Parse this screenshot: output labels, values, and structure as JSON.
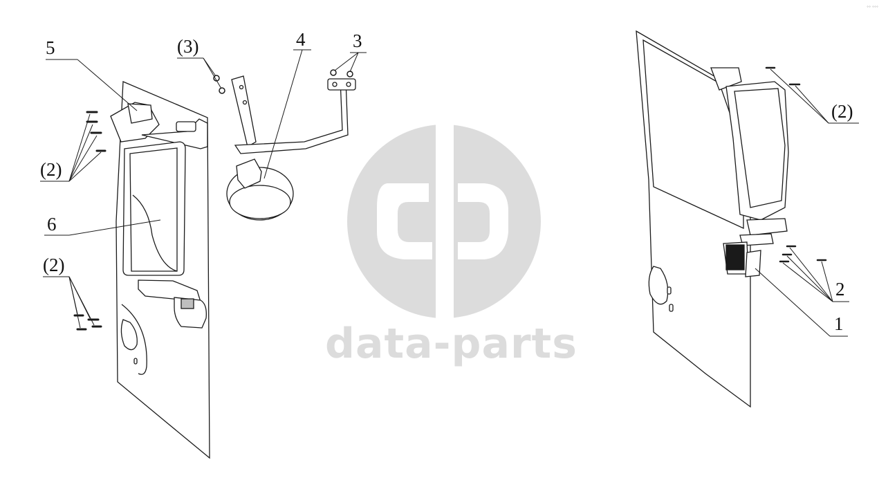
{
  "watermark": {
    "brand": "data-parts",
    "color": "#dcdcdc"
  },
  "corner_mark": "°° °°°",
  "callouts": {
    "left": {
      "c5": "5",
      "c2a": "(2)",
      "c6": "6",
      "c2b": "(2)"
    },
    "center": {
      "c3p": "(3)",
      "c4": "4",
      "c3": "3"
    },
    "right": {
      "c2p": "(2)",
      "c2": "2",
      "c1": "1"
    }
  },
  "colors": {
    "line": "#1a1a1a",
    "fill": "#ffffff",
    "shade": "#bfbfbf"
  }
}
